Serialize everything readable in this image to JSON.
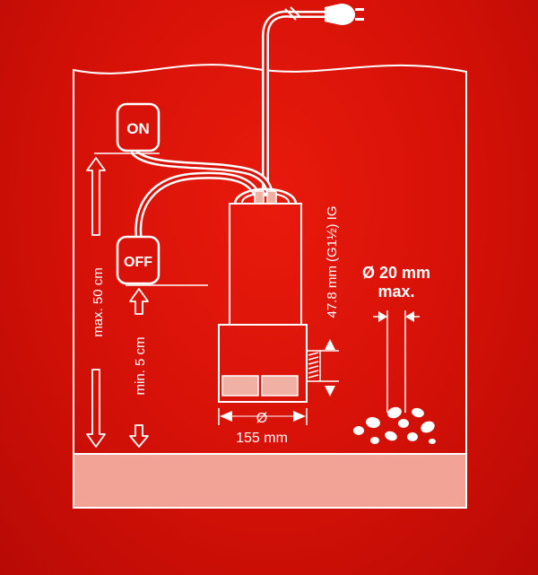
{
  "float_switch_on_label": "ON",
  "float_switch_off_label": "OFF",
  "max_level_label": "max. 50 cm",
  "min_level_label": "min. 5 cm",
  "outlet_label": "47.8 mm (G1½) IG",
  "diameter_symbol": "Ø",
  "pump_width_label": "155 mm",
  "particle_size_label": "Ø 20 mm",
  "particle_size_qualifier": "max.",
  "colors": {
    "background": "#d81208",
    "line": "#ffffff",
    "floor": "#f3a395",
    "pump_window": "#f0b0a4"
  }
}
